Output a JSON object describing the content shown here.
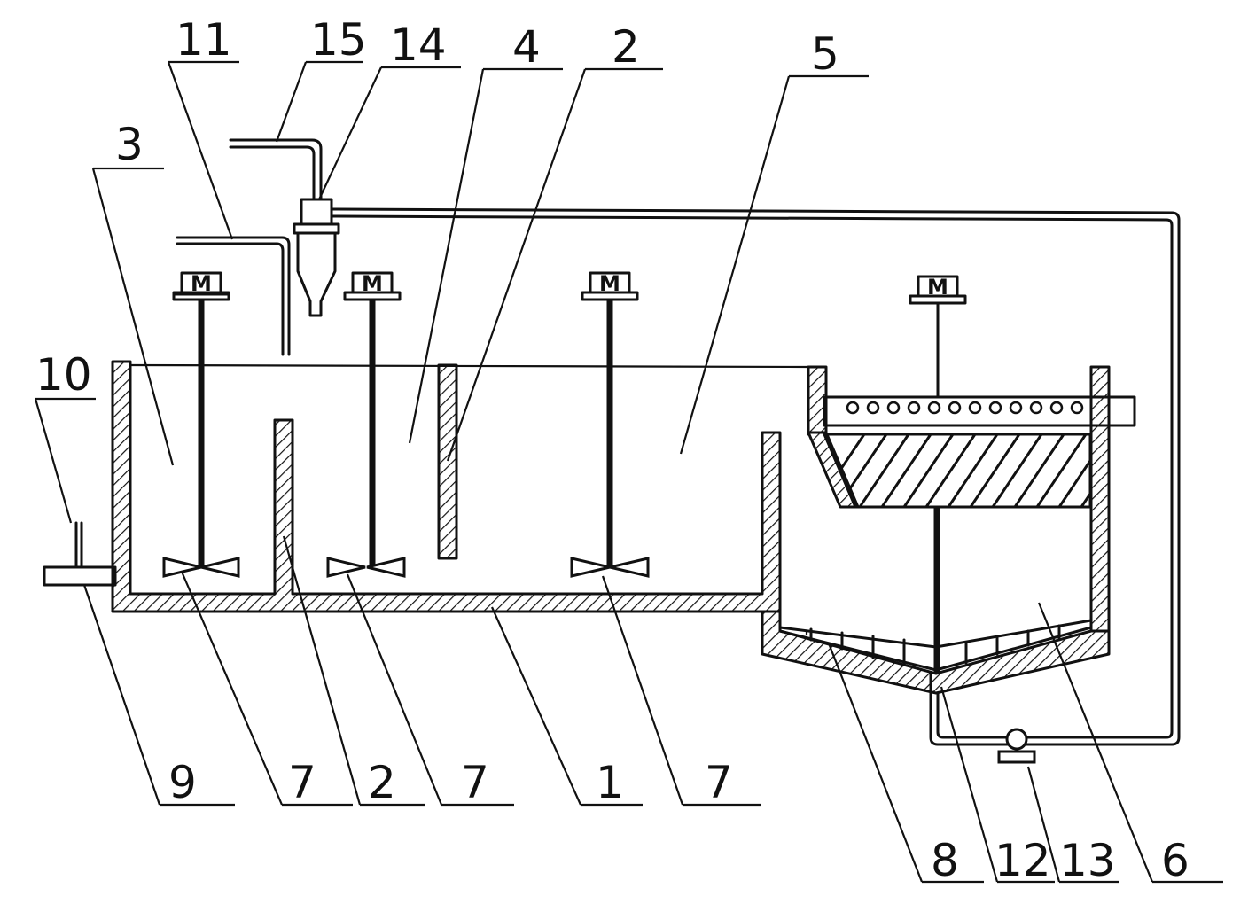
{
  "labels": {
    "l1": "1",
    "l2a": "2",
    "l2b": "2",
    "l3": "3",
    "l4": "4",
    "l5": "5",
    "l6": "6",
    "l7a": "7",
    "l7b": "7",
    "l7c": "7",
    "l8": "8",
    "l9": "9",
    "l10": "10",
    "l11": "11",
    "l12": "12",
    "l13": "13",
    "l14": "14",
    "l15": "15"
  },
  "motor_glyph": "M",
  "colors": {
    "ink": "#111111",
    "paper": "#ffffff"
  }
}
